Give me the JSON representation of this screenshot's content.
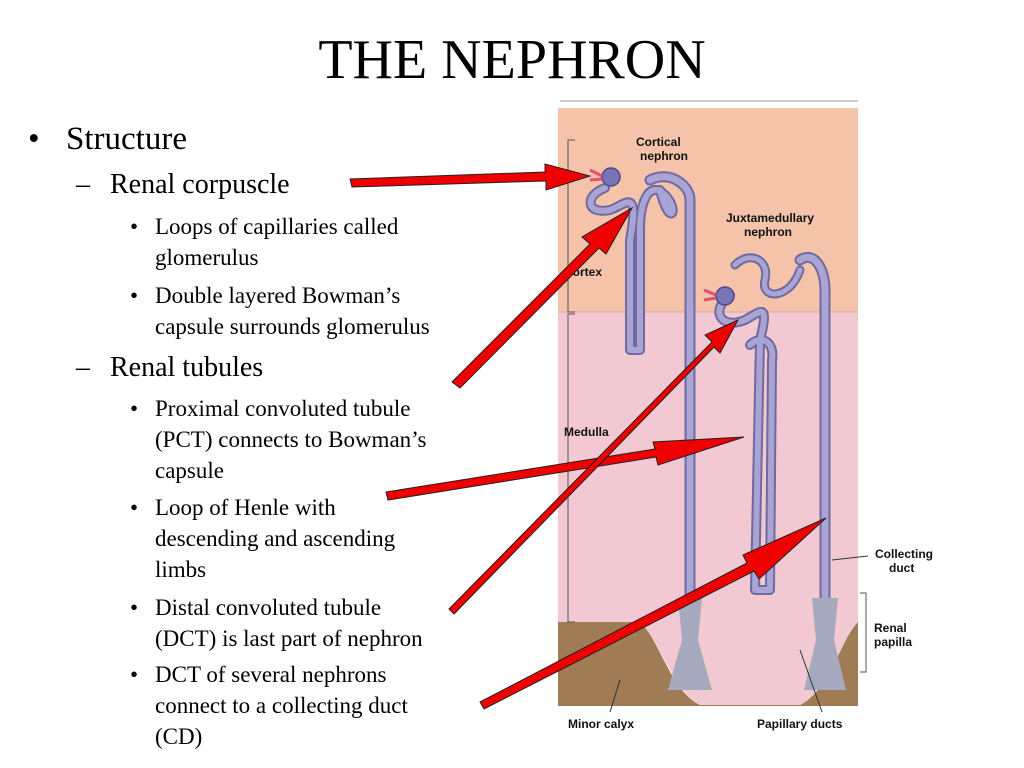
{
  "title": "THE NEPHRON",
  "bullets": {
    "structure": "Structure",
    "renal_corpuscle": "Renal corpuscle",
    "rc_item1": [
      "Loops of capillaries called",
      "glomerulus"
    ],
    "rc_item2": [
      "Double layered Bowman’s",
      "capsule surrounds glomerulus"
    ],
    "renal_tubules": "Renal tubules",
    "rt_item1": [
      "Proximal convoluted tubule",
      "(PCT) connects to Bowman’s",
      "capsule"
    ],
    "rt_item2": [
      "Loop of Henle with",
      "descending and ascending",
      "limbs"
    ],
    "rt_item3": [
      "Distal convoluted tubule",
      "(DCT) is last part of nephron"
    ],
    "rt_item4": [
      "DCT of several nephrons",
      "connect to a collecting duct",
      "(CD)"
    ]
  },
  "bullet_glyph": "•",
  "dash_glyph": "–",
  "diagram_labels": {
    "cortical_nephron": [
      "Cortical",
      "nephron"
    ],
    "juxtamedullary_nephron": [
      "Juxtamedullary",
      "nephron"
    ],
    "cortex": "Cortex",
    "medulla": "Medulla",
    "collecting_duct": [
      "Collecting",
      "duct"
    ],
    "renal_papilla": [
      "Renal",
      "papilla"
    ],
    "minor_calyx": "Minor calyx",
    "papillary_ducts": "Papillary ducts"
  },
  "colors": {
    "arrow": "#ee0000",
    "cortex": "#f4c3a9",
    "medulla": "#f2c8d2",
    "calyx": "#a07c56",
    "tubule": "#9d98c6",
    "duct": "#a7a9be"
  }
}
